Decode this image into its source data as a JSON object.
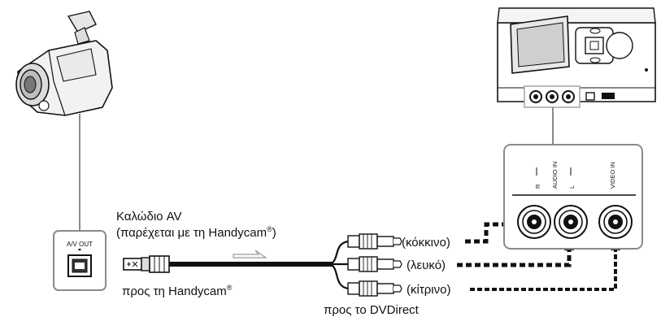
{
  "labels": {
    "cable_title": "Καλώδιο AV",
    "cable_supplied": "(παρέχεται με τη Handycam",
    "cable_supplied_close": ")",
    "registered": "®",
    "to_handycam": "προς τη Handycam",
    "to_dvdirect": "προς το DVDirect",
    "av_out": "A/V OUT",
    "plug_red": "(κόκκινο)",
    "plug_white": "(λευκό)",
    "plug_yellow": "(κίτρινο)",
    "port_audio_in": "AUDIO IN",
    "port_video_in": "VIDEO IN",
    "port_r": "R",
    "port_l": "L"
  },
  "colors": {
    "line": "#8a8a8a",
    "ink": "#111111",
    "panel_fill": "#ffffff"
  },
  "icons": [
    "camcorder-icon",
    "dvdirect-device-icon",
    "av-out-port-icon",
    "rca-jack-icon",
    "arrow-right-icon"
  ]
}
